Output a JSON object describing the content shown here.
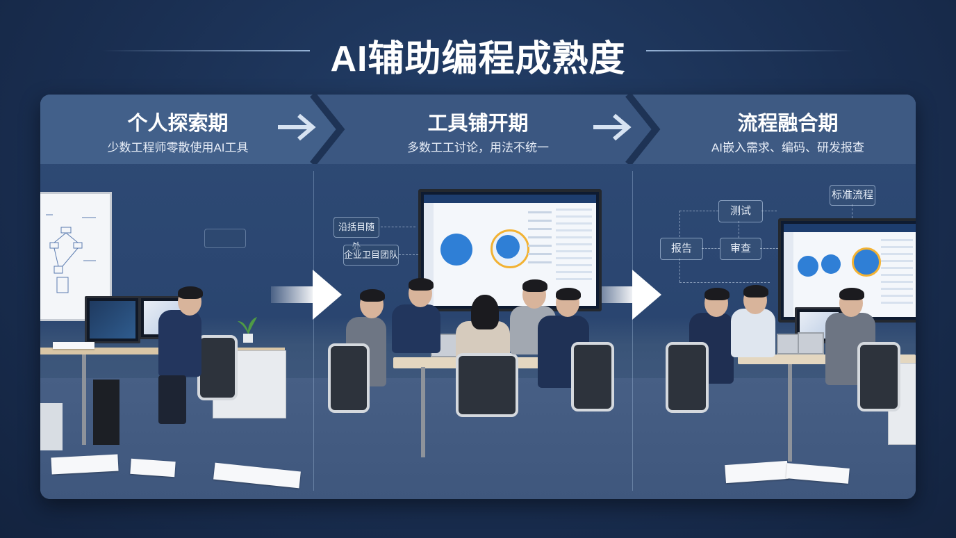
{
  "title": "AI辅助编程成熟度",
  "phases": [
    {
      "title": "个人探索期",
      "subtitle": "少数工程师零散使用AI工具"
    },
    {
      "title": "工具铺开期",
      "subtitle": "多数工工讨论，用法不统一"
    },
    {
      "title": "流程融合期",
      "subtitle": "AI嵌入需求、编码、研发报查"
    }
  ],
  "scene2_tags": [
    "沿括目随处",
    "企业卫目团队"
  ],
  "scene3_tags": {
    "standard": "标准流程",
    "test": "测试",
    "report": "报告",
    "review": "审查"
  },
  "colors": {
    "background": "#1a2f52",
    "band": "#3f5a82",
    "accent": "#2f7fd6"
  },
  "icons": [
    "arrow-right-icon",
    "chevron-icon",
    "plant-icon"
  ]
}
